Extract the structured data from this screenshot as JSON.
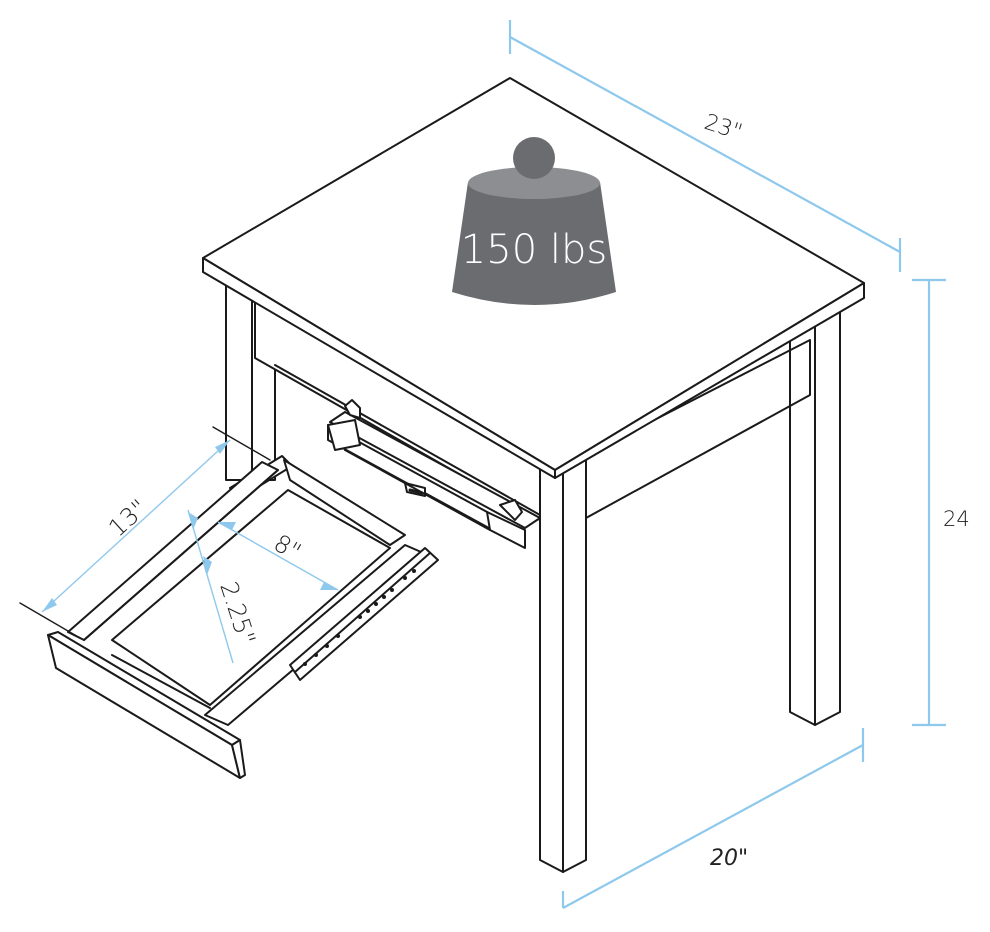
{
  "diagram": {
    "subject": "End table with pull-out drawer",
    "weight_capacity": {
      "label": "150 lbs",
      "icon": "weight-icon",
      "colors": {
        "body": "#6b6c70",
        "top": "#8d8e92",
        "knob": "#6b6c70",
        "text": "#ffffff"
      }
    },
    "dimensions": {
      "width": "23\"",
      "depth": "20\"",
      "height": "24",
      "drawer_length": "13\"",
      "drawer_width": "8\"",
      "drawer_depth": "2.25\""
    },
    "colors": {
      "dimension_lines": "#8ec8ec",
      "outline": "#1a1a1a",
      "background": "#ffffff"
    }
  }
}
